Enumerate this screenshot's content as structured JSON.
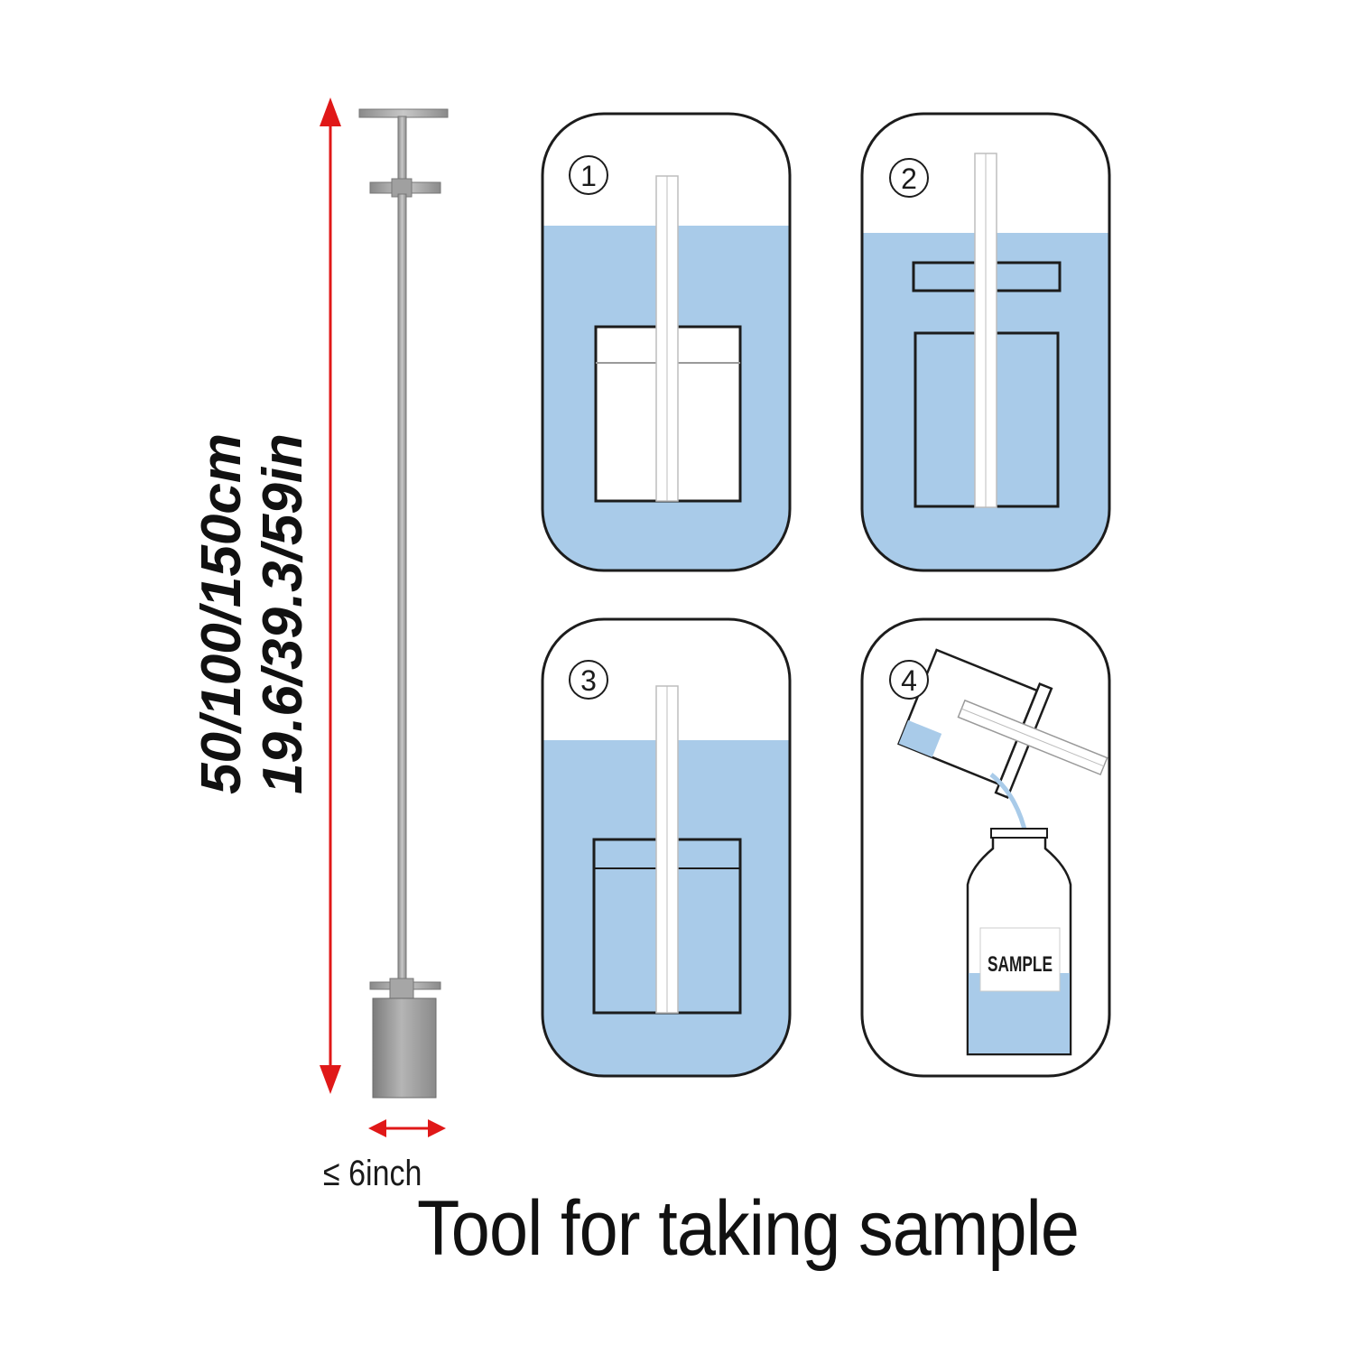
{
  "length_label": {
    "metric": "50/100/150cm",
    "imperial": "19.6/39.3/59in"
  },
  "width_label": "≤ 6inch",
  "caption": "Tool for taking sample",
  "steps": [
    {
      "number": "1"
    },
    {
      "number": "2"
    },
    {
      "number": "3"
    },
    {
      "number": "4"
    }
  ],
  "bottle_label": "SAMPLE",
  "colors": {
    "water": "#a9cbe9",
    "outline": "#1c1c1c",
    "arrow": "#e01818",
    "tool_metal": "#9a9a9a"
  }
}
